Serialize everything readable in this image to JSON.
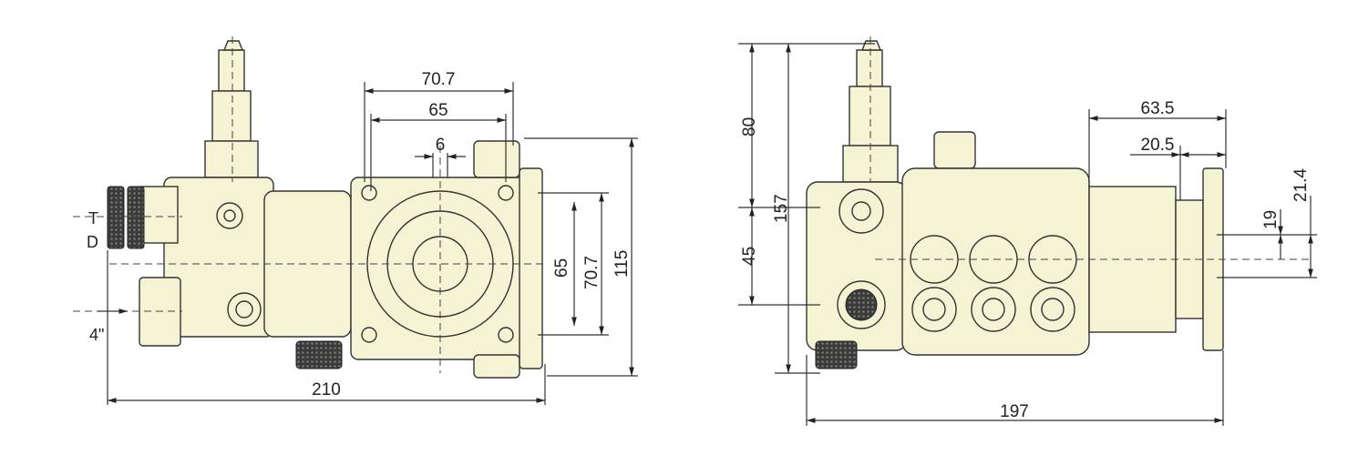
{
  "colors": {
    "body_fill": "#f4f4d4",
    "line": "#333333",
    "knurl": "#3a3a38"
  },
  "left_view": {
    "dims": {
      "top_outer": "70.7",
      "top_inner": "65",
      "key": "6",
      "v_inner": "65",
      "v_outer": "70.7",
      "height": "115",
      "width": "210"
    },
    "port_labels": {
      "t": "T",
      "d": "D",
      "inlet": "4\""
    }
  },
  "right_view": {
    "dims": {
      "upper": "80",
      "total": "157",
      "lower": "45",
      "shaft_len": "63.5",
      "shaft_key": "20.5",
      "shaft_dia": "21.4",
      "key_h": "19",
      "width": "197"
    }
  }
}
